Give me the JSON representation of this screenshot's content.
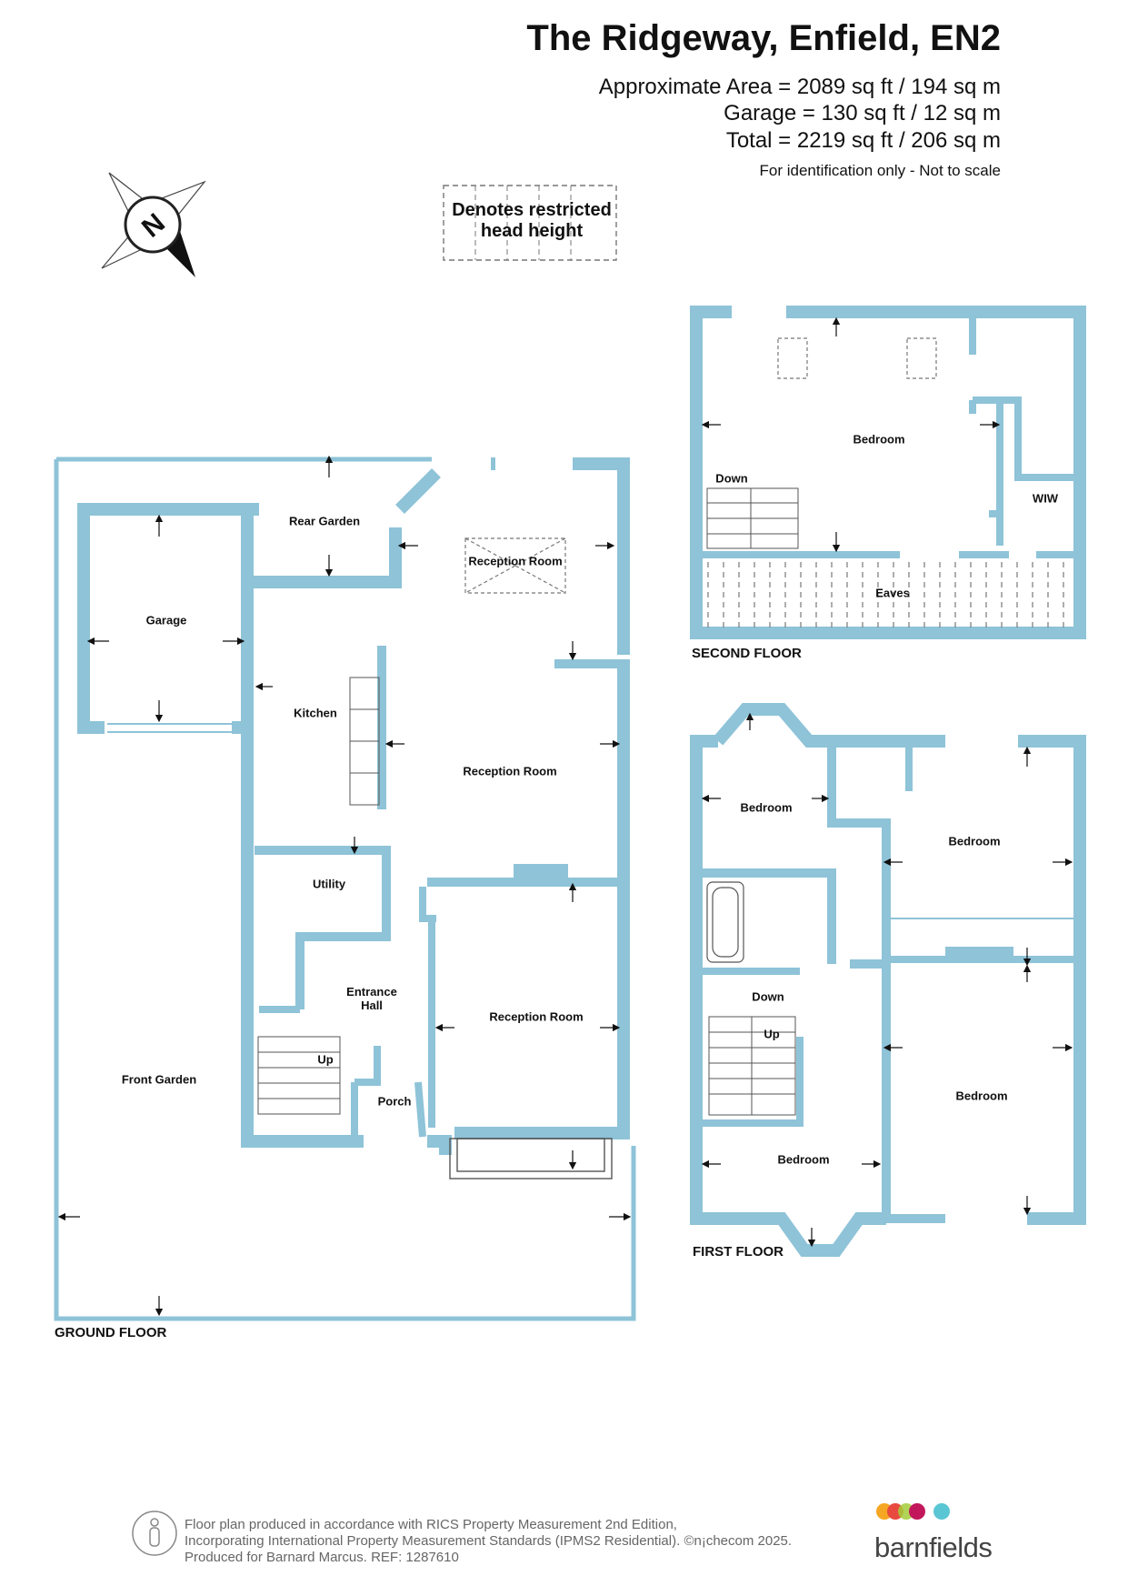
{
  "header": {
    "title": "The Ridgeway, Enfield, EN2",
    "area_approx": "Approximate Area = 2089 sq ft / 194 sq m",
    "area_garage": "Garage = 130 sq ft / 12 sq m",
    "area_total": "Total = 2219 sq ft / 206 sq m",
    "identification": "For identification only - Not to scale"
  },
  "legend": {
    "restricted_line1": "Denotes restricted",
    "restricted_line2": "head height"
  },
  "compass": {
    "label": "N",
    "icon": "compass-icon"
  },
  "floors": {
    "ground": "GROUND FLOOR",
    "first": "FIRST FLOOR",
    "second": "SECOND FLOOR"
  },
  "rooms": {
    "rear_garden": "Rear Garden",
    "reception_room_rear": "Reception Room",
    "garage": "Garage",
    "kitchen": "Kitchen",
    "reception_room_mid": "Reception Room",
    "utility": "Utility",
    "entrance_hall_1": "Entrance",
    "entrance_hall_2": "Hall",
    "reception_room_front": "Reception Room",
    "up_ground": "Up",
    "porch": "Porch",
    "front_garden": "Front Garden",
    "bedroom_second": "Bedroom",
    "down_second": "Down",
    "wiw": "WIW",
    "eaves": "Eaves",
    "bedroom_first_tl": "Bedroom",
    "bedroom_first_tr": "Bedroom",
    "down_first": "Down",
    "up_first": "Up",
    "bedroom_first_br": "Bedroom",
    "bedroom_first_bl": "Bedroom"
  },
  "footer": {
    "line1": "Floor plan produced in accordance with RICS Property Measurement 2nd Edition,",
    "line2": "Incorporating International Property Measurement Standards (IPMS2 Residential).   ©n¡checom 2025.",
    "line3": "Produced for Barnard Marcus.   REF:  1287610",
    "brand": "barnfields",
    "logo_icon": "barnfields-logo-icon",
    "rics_icon": "rics-person-icon"
  },
  "colors": {
    "wall": "#8ec3d8",
    "text": "#111111",
    "footer_text": "#666666",
    "brand_dots": [
      "#f5a623",
      "#e84a3f",
      "#a3cc3a",
      "#c2185b",
      "#5bc6d3"
    ]
  }
}
